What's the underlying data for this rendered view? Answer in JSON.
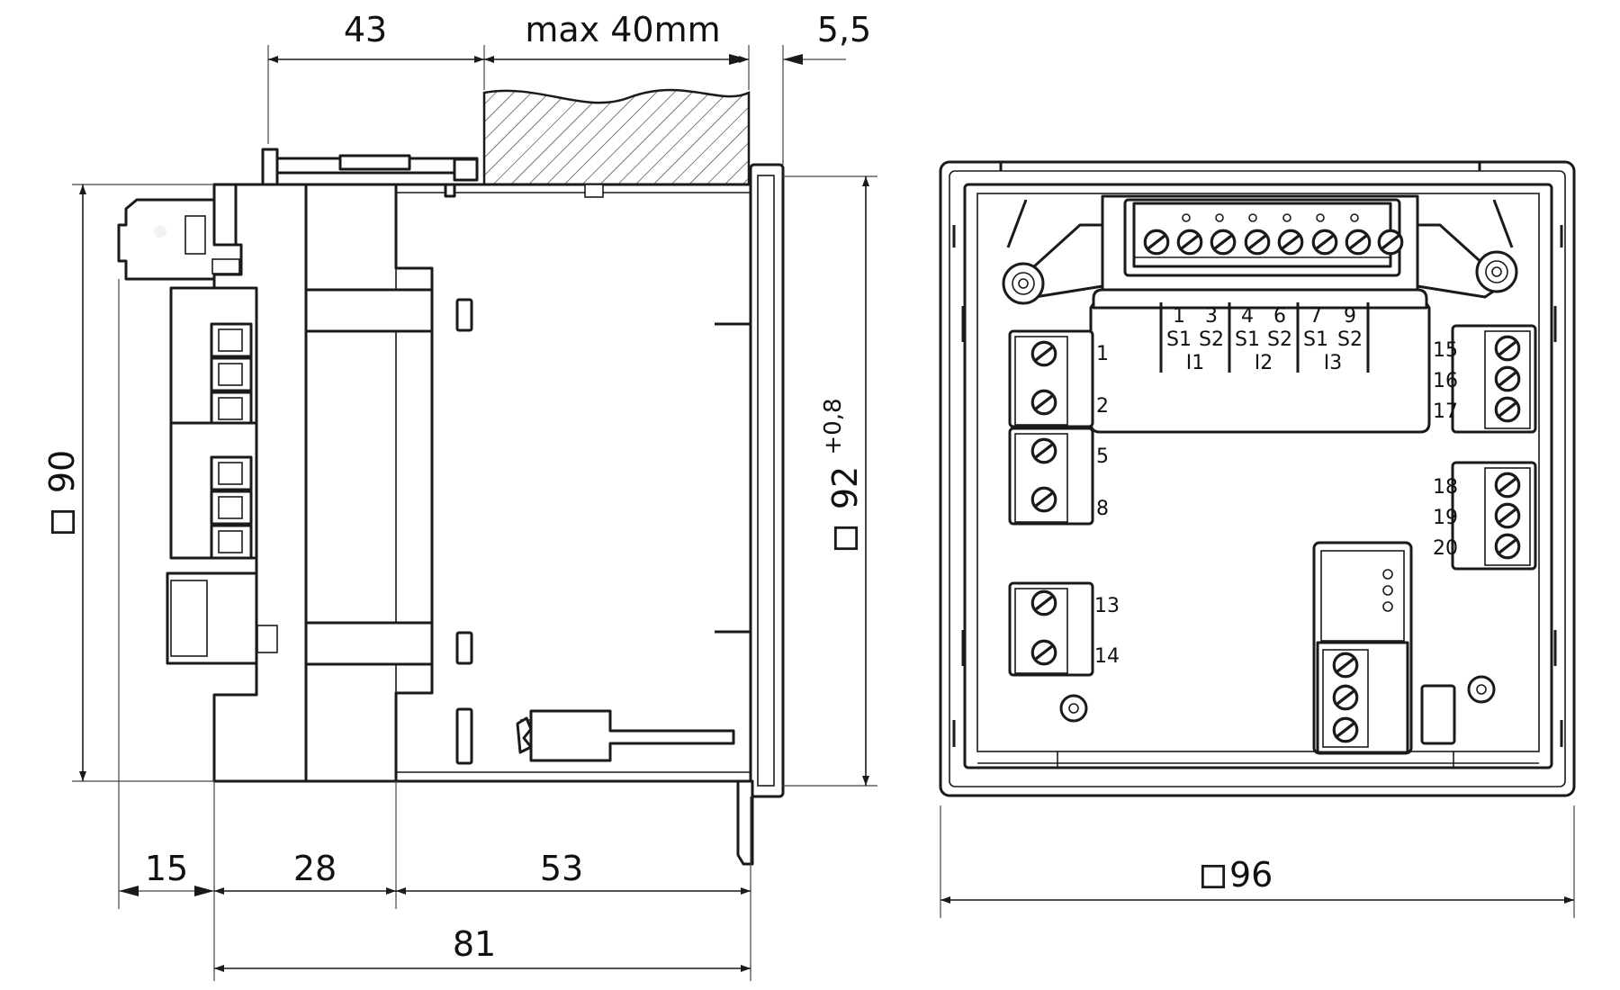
{
  "dimensions": {
    "top_43": "43",
    "top_max_panel": "max 40mm",
    "top_5_5": "5,5",
    "side_height_90": "90",
    "side_cutout_92": "92",
    "side_cutout_tolerance": "+0,8",
    "bottom_15": "15",
    "bottom_28": "28",
    "bottom_53": "53",
    "bottom_81": "81",
    "front_width_96": "96"
  },
  "current_terminals": [
    {
      "num_a": "1",
      "num_b": "3",
      "s_a": "S1",
      "s_b": "S2",
      "phase": "I1"
    },
    {
      "num_a": "4",
      "num_b": "6",
      "s_a": "S1",
      "s_b": "S2",
      "phase": "I2"
    },
    {
      "num_a": "7",
      "num_b": "9",
      "s_a": "S1",
      "s_b": "S2",
      "phase": "I3"
    }
  ],
  "left_terminals": [
    "1",
    "2",
    "5",
    "8"
  ],
  "aux_left_terminals": [
    "13",
    "14"
  ],
  "right_terminals_upper": [
    "15",
    "16",
    "17"
  ],
  "right_terminals_lower": [
    "18",
    "19",
    "20"
  ]
}
